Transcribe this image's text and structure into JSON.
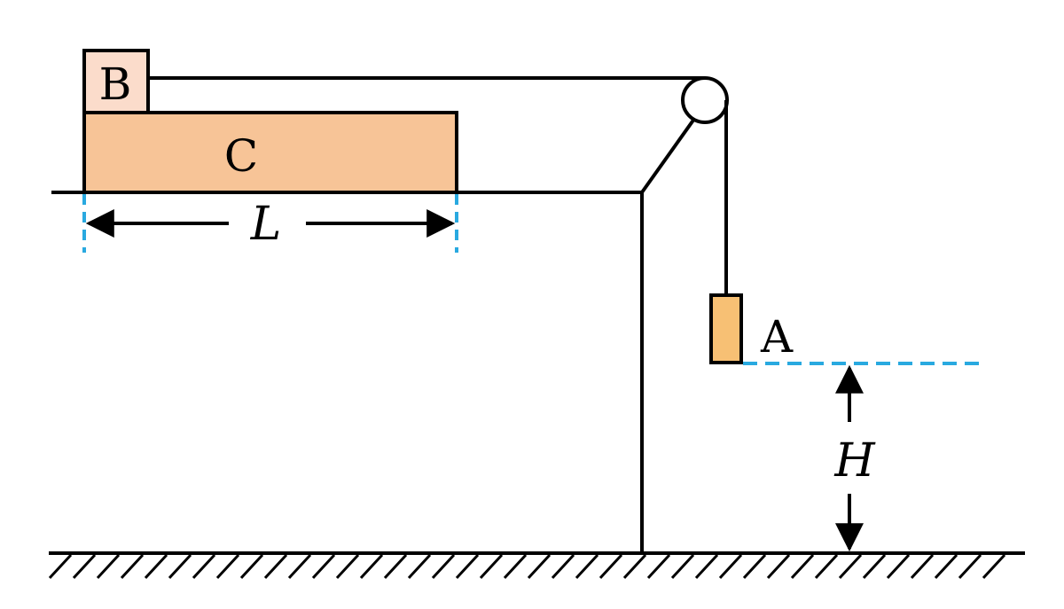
{
  "labels": {
    "block_b": "B",
    "block_c": "C",
    "block_a": "A",
    "length": "L",
    "height": "H"
  },
  "colors": {
    "block_b_fill": "#fbdccb",
    "block_c_fill": "#f7c497",
    "block_a_fill": "#f7c074",
    "dimension_line": "#29a9e0",
    "stroke": "#000000"
  }
}
